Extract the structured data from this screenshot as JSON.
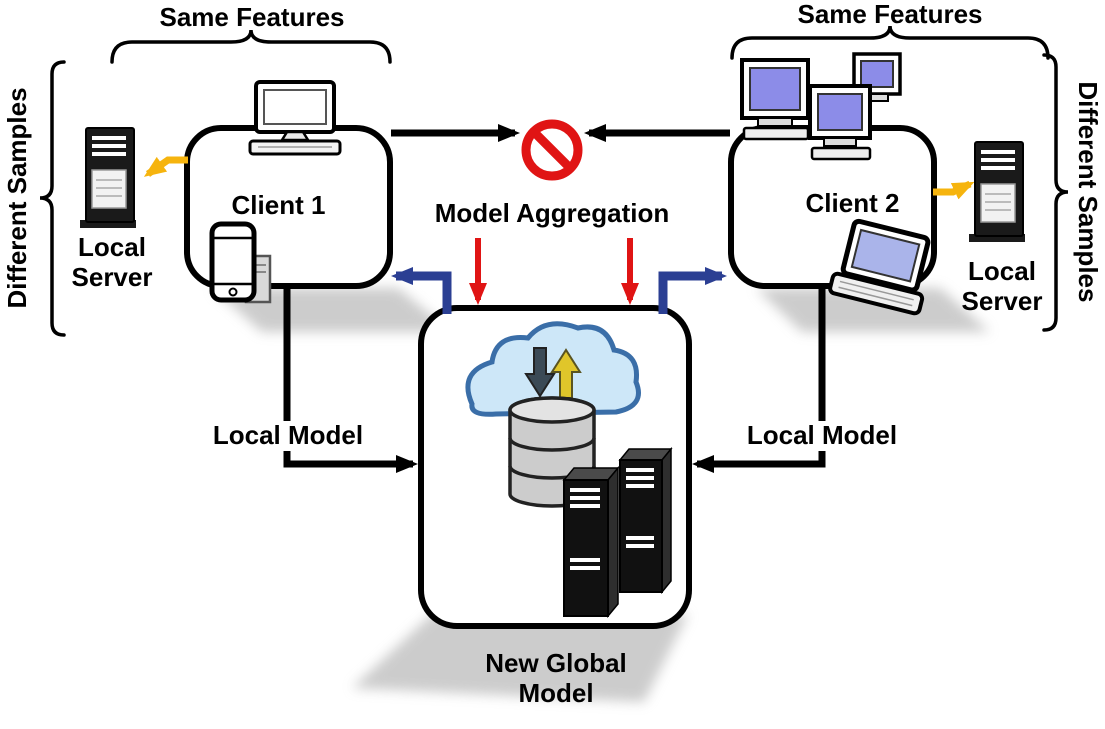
{
  "labels": {
    "same_features_left": "Same Features",
    "same_features_right": "Same Features",
    "different_samples_left": "Different Samples",
    "different_samples_right": "Different Samples",
    "client1": "Client 1",
    "client2": "Client 2",
    "local_server_left": "Local Server",
    "local_server_right": "Local Server",
    "model_aggregation": "Model Aggregation",
    "local_model_left": "Local Model",
    "local_model_right": "Local Model",
    "new_global_model": "New Global Model"
  },
  "colors": {
    "arrow_black": "#000000",
    "arrow_yellow": "#f6b40e",
    "arrow_blue": "#2b3f93",
    "arrow_red": "#e01414",
    "prohibition_red": "#e01414",
    "cloud_fill": "#cde7f8",
    "cloud_stroke": "#3a6ea8",
    "screen_blue": "#8c8ce8",
    "laptop_screen_blue": "#aab4ea",
    "database_gray": "#cccccc",
    "box_border": "#000000",
    "shadow_gray": "#a3a3a3"
  },
  "icons": {
    "prohibition": "no-entry-sign",
    "cloud": "cloud-with-sync-arrows",
    "database": "database-cylinder-stack",
    "server": "server-tower",
    "desktop": "desktop-computer",
    "laptop": "laptop-computer",
    "smartphone": "smartphone"
  }
}
